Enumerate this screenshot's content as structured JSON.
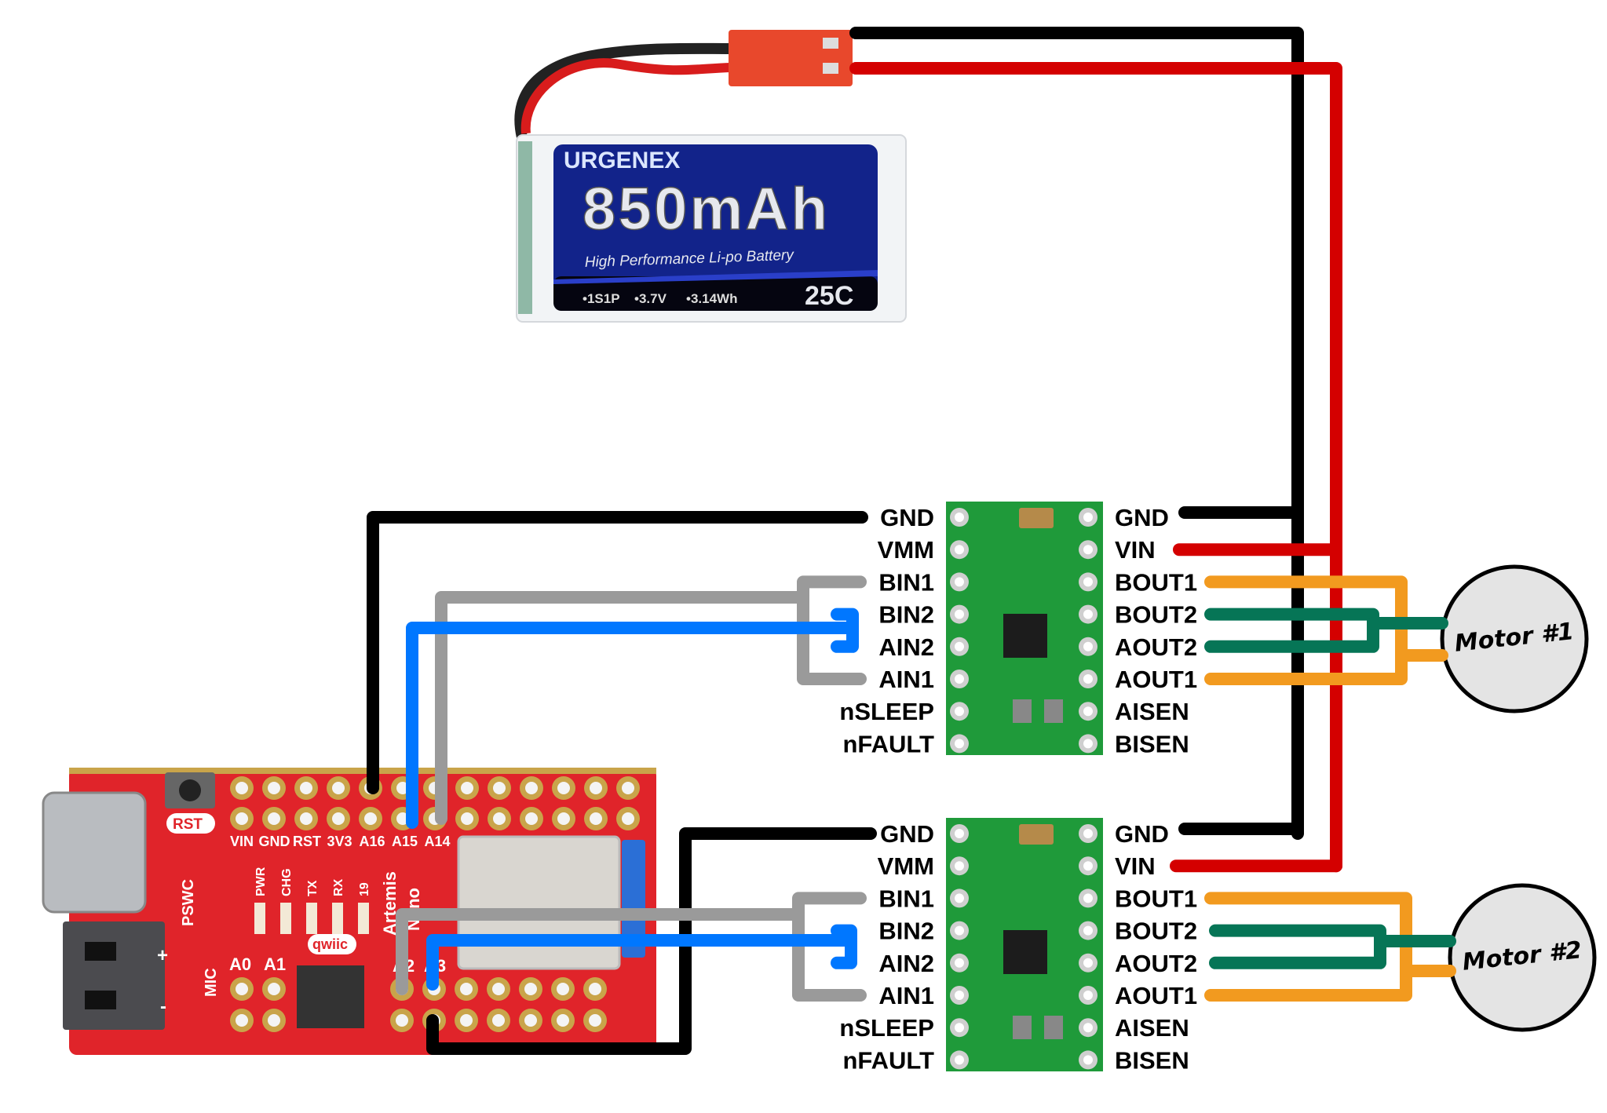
{
  "colors": {
    "ground_wire": "#000000",
    "power_wire": "#d40000",
    "in1_wire": "#9a9a9a",
    "in2_wire": "#0077ff",
    "out1_wire": "#f29a1f",
    "out2_wire": "#067556",
    "driver_pcb": "#1f9a3a",
    "mcu_pcb": "#e0242a"
  },
  "battery": {
    "brand": "URGENEX",
    "capacity": "850mAh",
    "subtitle": "High Performance Li-po Battery",
    "specs": [
      "•1S1P",
      "•3.7V",
      "•3.14Wh"
    ],
    "rating": "25C"
  },
  "drivers": [
    {
      "left_pins": [
        "GND",
        "VMM",
        "BIN1",
        "BIN2",
        "AIN2",
        "AIN1",
        "nSLEEP",
        "nFAULT"
      ],
      "right_pins": [
        "GND",
        "VIN",
        "BOUT1",
        "BOUT2",
        "AOUT2",
        "AOUT1",
        "AISEN",
        "BISEN"
      ]
    },
    {
      "left_pins": [
        "GND",
        "VMM",
        "BIN1",
        "BIN2",
        "AIN2",
        "AIN1",
        "nSLEEP",
        "nFAULT"
      ],
      "right_pins": [
        "GND",
        "VIN",
        "BOUT1",
        "BOUT2",
        "AOUT2",
        "AOUT1",
        "AISEN",
        "BISEN"
      ]
    }
  ],
  "motors": [
    {
      "label": "Motor #1"
    },
    {
      "label": "Motor #2"
    }
  ],
  "artemis": {
    "header_labels": [
      "VIN",
      "GND",
      "RST",
      "3V3",
      "A16",
      "A15",
      "A14"
    ],
    "led_labels": [
      "PWR",
      "CHG",
      "TX",
      "RX",
      "19"
    ],
    "board_name": [
      "Artemis",
      "Nano"
    ],
    "rst_label": "RST",
    "pswc_label": "PSWC",
    "mic_label": "MIC",
    "bottom_labels": [
      "A0",
      "A1",
      "A2",
      "A3"
    ],
    "qwiic_label": "qwiic",
    "plus_label": "+",
    "minus_label": "-"
  }
}
